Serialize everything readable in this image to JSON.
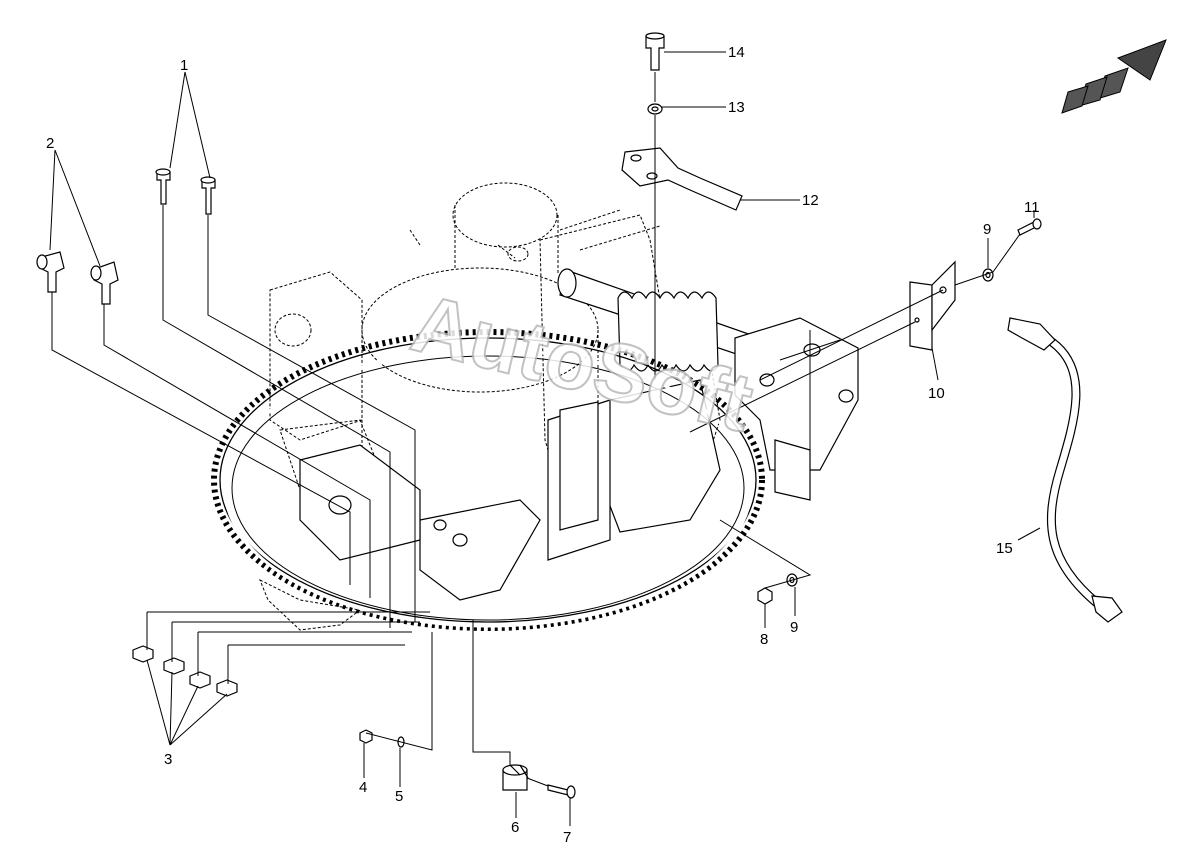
{
  "watermark": "AutoSoft",
  "callouts": {
    "c1": "1",
    "c2": "2",
    "c3": "3",
    "c4": "4",
    "c5": "5",
    "c6": "6",
    "c7": "7",
    "c8": "8",
    "c9a": "9",
    "c9b": "9",
    "c10": "10",
    "c11": "11",
    "c12": "12",
    "c13": "13",
    "c14": "14",
    "c15": "15"
  }
}
